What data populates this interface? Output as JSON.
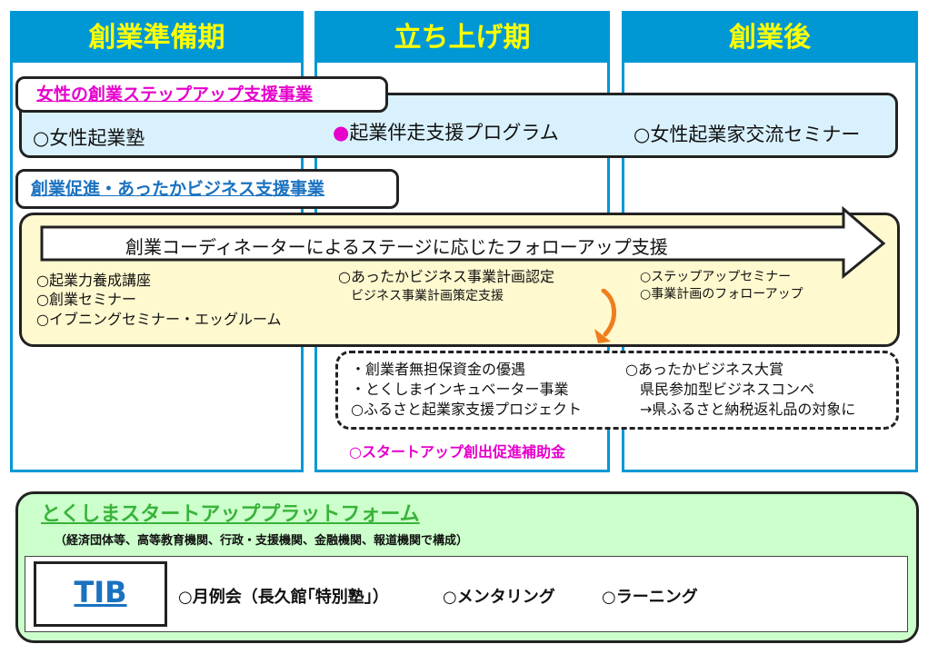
{
  "phases": [
    "創業準備期",
    "立ち上げ期",
    "創業後"
  ],
  "women_program": {
    "title": "女性の創業ステップアップ支援事業",
    "items": [
      "○女性起業塾",
      "●起業伴走支援プログラム",
      "○女性起業家交流セミナー"
    ],
    "accent_color": "#e600cc"
  },
  "business_support": {
    "title": "創業促進・あったかビジネス支援事業",
    "arrow_label": "創業コーディネーターによるステージに応じたフォローアップ支援",
    "left_items": [
      "○起業力養成講座",
      "○創業セミナー",
      "○イブニングセミナー・エッグルーム"
    ],
    "middle_items": [
      "○あったかビジネス事業計画認定",
      "ビジネス事業計画策定支援"
    ],
    "right_items": [
      "○ステップアップセミナー",
      "○事業計画のフォローアップ"
    ],
    "benefits_left": [
      "・創業者無担保資金の優遇",
      "・とくしまインキュベーター事業",
      "○ふるさと起業家支援プロジェクト"
    ],
    "benefits_right": [
      "○あったかビジネス大賞",
      "県民参加型ビジネスコンペ",
      "→県ふるさと納税返礼品の対象に"
    ],
    "subsidy": "○スタートアップ創出促進補助金"
  },
  "platform": {
    "title": "とくしまスタートアッププラットフォーム",
    "subtitle": "（経済団体等、高等教育機関、行政・支援機関、金融機関、報道機関で構成）",
    "tib_label": "TIB",
    "items": [
      "○月例会（長久館｢特別塾｣）",
      "○メンタリング",
      "○ラーニング"
    ],
    "accent_color": "#39b33a"
  },
  "colors": {
    "header_bg": "#0098d4",
    "header_text": "#ffff00",
    "link_blue": "#1a72c0",
    "arrow_orange": "#f07e1e"
  }
}
